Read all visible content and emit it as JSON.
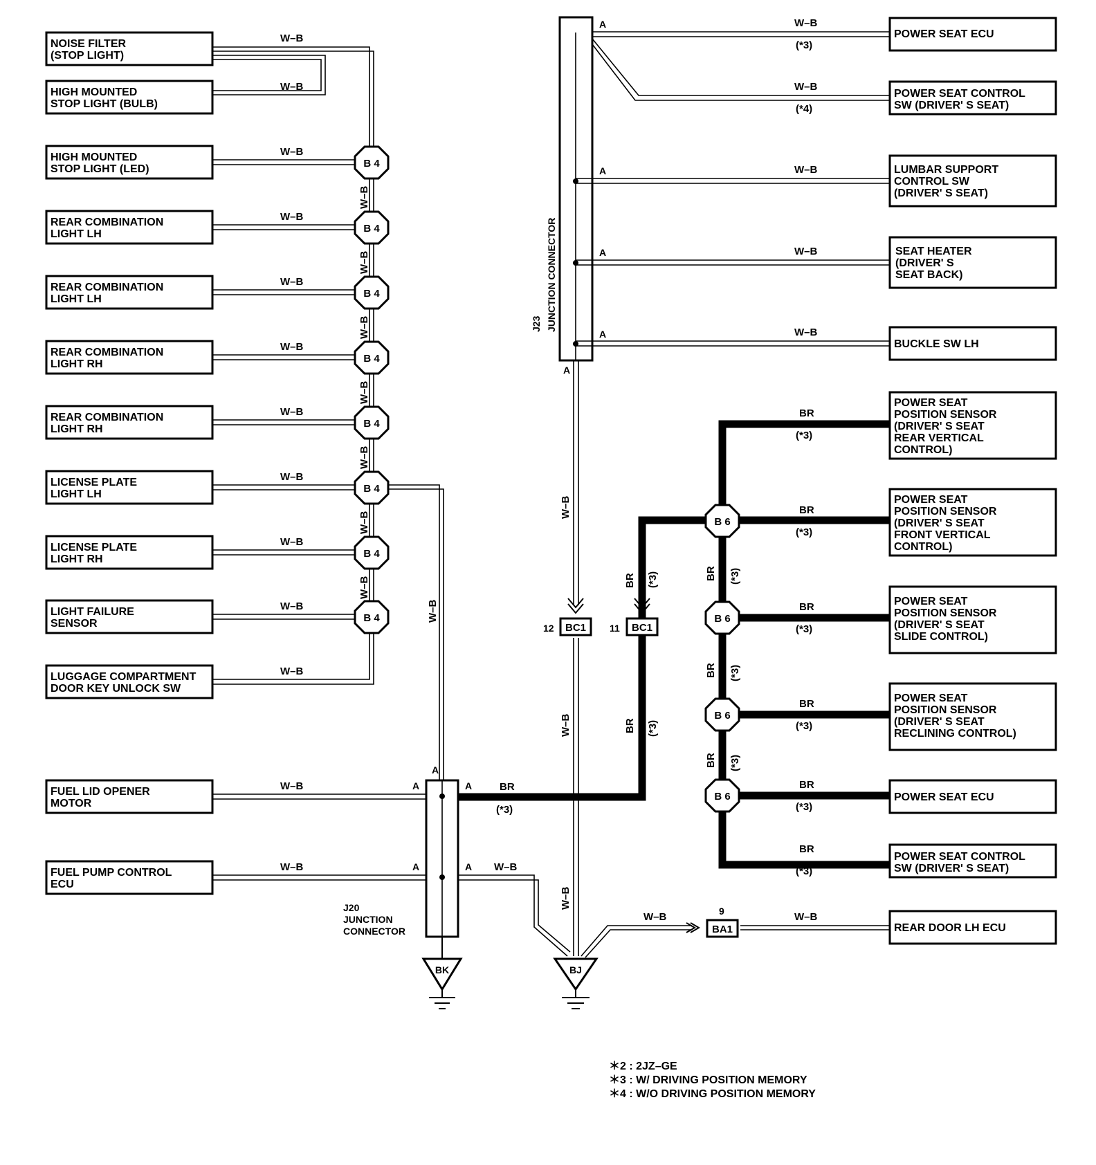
{
  "left_components": [
    {
      "id": "noise-filter",
      "lines": [
        "NOISE FILTER",
        "(STOP LIGHT)"
      ],
      "wire": "W–B"
    },
    {
      "id": "high-mounted-bulb",
      "lines": [
        "HIGH MOUNTED",
        "STOP LIGHT (BULB)"
      ],
      "wire": "W–B"
    },
    {
      "id": "high-mounted-led",
      "lines": [
        "HIGH MOUNTED",
        "STOP LIGHT (LED)"
      ],
      "wire": "W–B"
    },
    {
      "id": "rear-comb-lh-1",
      "lines": [
        "REAR COMBINATION",
        "LIGHT LH"
      ],
      "wire": "W–B"
    },
    {
      "id": "rear-comb-lh-2",
      "lines": [
        "REAR COMBINATION",
        "LIGHT LH"
      ],
      "wire": "W–B"
    },
    {
      "id": "rear-comb-rh-1",
      "lines": [
        "REAR COMBINATION",
        "LIGHT RH"
      ],
      "wire": "W–B"
    },
    {
      "id": "rear-comb-rh-2",
      "lines": [
        "REAR COMBINATION",
        "LIGHT RH"
      ],
      "wire": "W–B"
    },
    {
      "id": "license-lh",
      "lines": [
        "LICENSE PLATE",
        "LIGHT LH"
      ],
      "wire": "W–B"
    },
    {
      "id": "license-rh",
      "lines": [
        "LICENSE PLATE",
        "LIGHT RH"
      ],
      "wire": "W–B"
    },
    {
      "id": "light-failure",
      "lines": [
        "LIGHT FAILURE",
        "SENSOR"
      ],
      "wire": "W–B"
    },
    {
      "id": "luggage-sw",
      "lines": [
        "LUGGAGE COMPARTMENT",
        "DOOR KEY UNLOCK SW"
      ],
      "wire": "W–B"
    },
    {
      "id": "fuel-lid",
      "lines": [
        "FUEL LID OPENER",
        "MOTOR"
      ],
      "wire": "W–B"
    },
    {
      "id": "fuel-pump",
      "lines": [
        "FUEL PUMP CONTROL",
        "ECU"
      ],
      "wire": "W–B"
    }
  ],
  "right_components": [
    {
      "id": "power-seat-ecu-top",
      "lines": [
        "POWER SEAT ECU"
      ],
      "wire": "W–B",
      "note": "(*3)"
    },
    {
      "id": "power-seat-sw-top",
      "lines": [
        "POWER SEAT CONTROL",
        "SW (DRIVER' S SEAT)"
      ],
      "wire": "W–B",
      "note": "(*4)"
    },
    {
      "id": "lumbar",
      "lines": [
        "LUMBAR SUPPORT",
        "CONTROL SW",
        "(DRIVER' S SEAT)"
      ],
      "wire": "W–B",
      "note": ""
    },
    {
      "id": "seat-heater",
      "lines": [
        "SEAT HEATER",
        "(DRIVER' S",
        " SEAT BACK)"
      ],
      "wire": "W–B",
      "note": ""
    },
    {
      "id": "buckle-sw",
      "lines": [
        "BUCKLE SW LH"
      ],
      "wire": "W–B",
      "note": ""
    },
    {
      "id": "sensor-rear-vert",
      "lines": [
        "POWER SEAT",
        "POSITION SENSOR",
        "(DRIVER' S SEAT",
        " REAR VERTICAL",
        " CONTROL)"
      ],
      "wire": "BR",
      "note": "(*3)"
    },
    {
      "id": "sensor-front-vert",
      "lines": [
        "POWER SEAT",
        "POSITION SENSOR",
        "(DRIVER' S SEAT",
        " FRONT VERTICAL",
        " CONTROL)"
      ],
      "wire": "BR",
      "note": "(*3)"
    },
    {
      "id": "sensor-slide",
      "lines": [
        "POWER SEAT",
        "POSITION SENSOR",
        "(DRIVER' S SEAT",
        " SLIDE CONTROL)"
      ],
      "wire": "BR",
      "note": "(*3)"
    },
    {
      "id": "sensor-reclining",
      "lines": [
        "POWER SEAT",
        "POSITION SENSOR",
        "(DRIVER' S SEAT",
        " RECLINING CONTROL)"
      ],
      "wire": "BR",
      "note": "(*3)"
    },
    {
      "id": "power-seat-ecu-bottom",
      "lines": [
        "POWER SEAT ECU"
      ],
      "wire": "BR",
      "note": "(*3)"
    },
    {
      "id": "power-seat-sw-bottom",
      "lines": [
        "POWER SEAT CONTROL",
        "SW (DRIVER' S SEAT)"
      ],
      "wire": "BR",
      "note": "(*3)"
    },
    {
      "id": "rear-door-ecu",
      "lines": [
        "REAR DOOR LH ECU"
      ],
      "wire": "W–B",
      "note": ""
    }
  ],
  "connectors": {
    "b4": "B 4",
    "b6": "B 6",
    "bc1": "BC1",
    "bc1_pin_left": "12",
    "bc1_pin_right": "11",
    "ba1": "BA1",
    "ba1_pin": "9",
    "bk": "BK",
    "bj": "BJ"
  },
  "junctions": {
    "j23_id": "J23",
    "j23_name": "JUNCTION CONNECTOR",
    "j20_id": "J20",
    "j20_name_1": "JUNCTION",
    "j20_name_2": "CONNECTOR",
    "pin": "A"
  },
  "wire_labels": {
    "wb": "W–B",
    "br": "BR",
    "note3": "(*3)"
  },
  "notes": [
    "＊2 : 2JZ–GE",
    "＊3 : W/ DRIVING POSITION MEMORY",
    "＊4 : W/O DRIVING POSITION MEMORY"
  ]
}
